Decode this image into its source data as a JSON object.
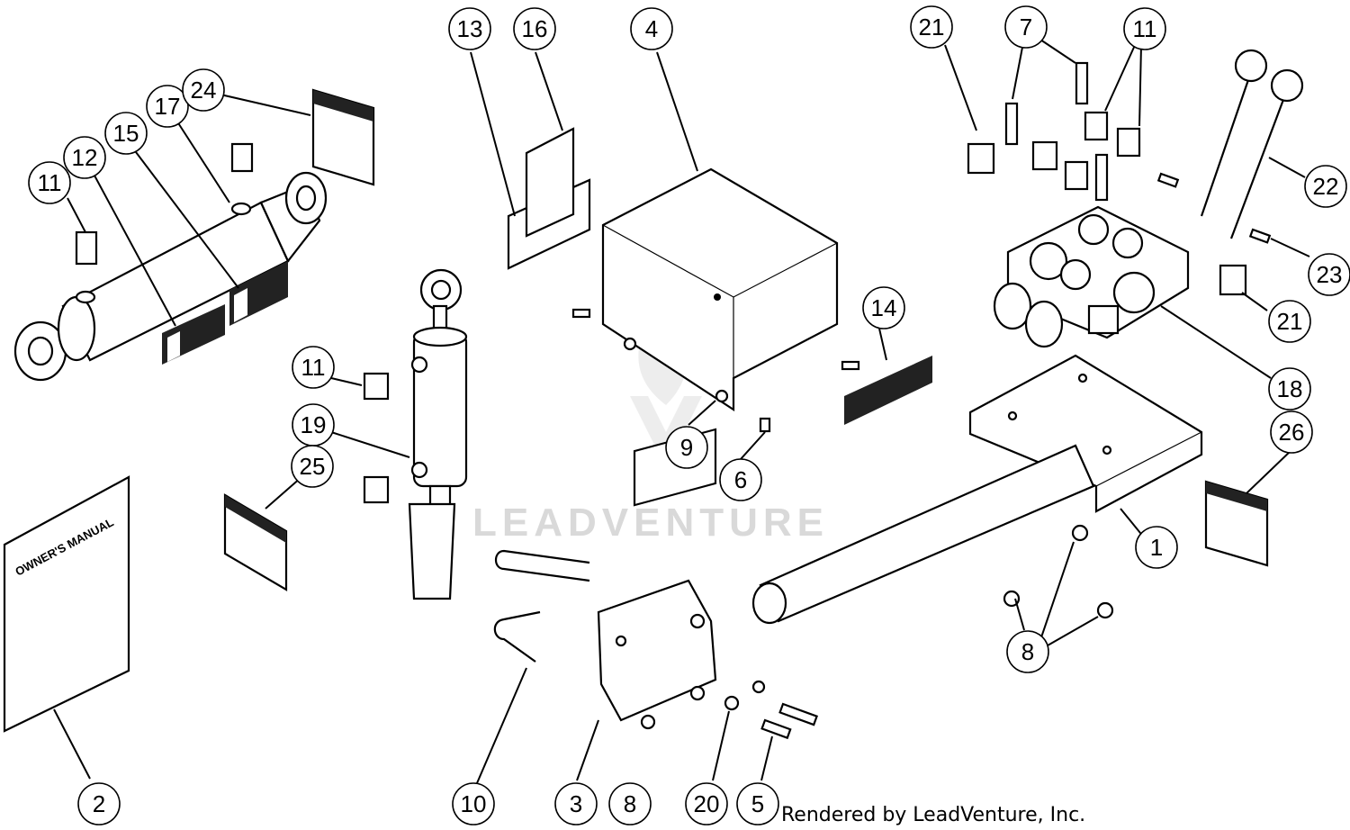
{
  "diagram": {
    "callouts": [
      {
        "id": "c1",
        "label": "1"
      },
      {
        "id": "c2",
        "label": "2"
      },
      {
        "id": "c3",
        "label": "3"
      },
      {
        "id": "c4",
        "label": "4"
      },
      {
        "id": "c5",
        "label": "5"
      },
      {
        "id": "c6",
        "label": "6"
      },
      {
        "id": "c7",
        "label": "7"
      },
      {
        "id": "c8a",
        "label": "8"
      },
      {
        "id": "c8b",
        "label": "8"
      },
      {
        "id": "c9",
        "label": "9"
      },
      {
        "id": "c10",
        "label": "10"
      },
      {
        "id": "c11a",
        "label": "11"
      },
      {
        "id": "c11b",
        "label": "11"
      },
      {
        "id": "c11c",
        "label": "11"
      },
      {
        "id": "c12",
        "label": "12"
      },
      {
        "id": "c13",
        "label": "13"
      },
      {
        "id": "c14",
        "label": "14"
      },
      {
        "id": "c15",
        "label": "15"
      },
      {
        "id": "c16",
        "label": "16"
      },
      {
        "id": "c17",
        "label": "17"
      },
      {
        "id": "c18",
        "label": "18"
      },
      {
        "id": "c19",
        "label": "19"
      },
      {
        "id": "c20",
        "label": "20"
      },
      {
        "id": "c21a",
        "label": "21"
      },
      {
        "id": "c21b",
        "label": "21"
      },
      {
        "id": "c22",
        "label": "22"
      },
      {
        "id": "c23",
        "label": "23"
      },
      {
        "id": "c24",
        "label": "24"
      },
      {
        "id": "c25",
        "label": "25"
      },
      {
        "id": "c26",
        "label": "26"
      }
    ],
    "manual_title": "OWNER'S MANUAL",
    "watermark": "LEADVENTURE",
    "credit": "Rendered by LeadVenture, Inc."
  }
}
